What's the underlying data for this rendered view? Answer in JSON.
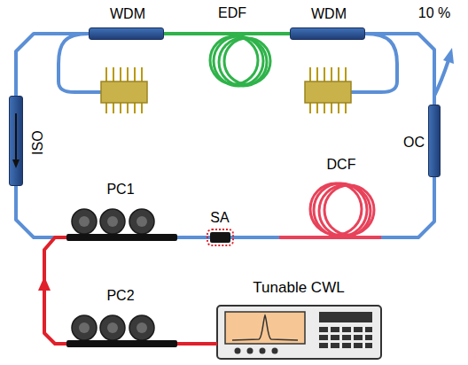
{
  "diagram": {
    "nodes": [
      {
        "text": [
          "WDM"
        ]
      },
      {
        "text": [
          "EDF"
        ]
      },
      {
        "text": [
          "WDM"
        ]
      },
      {
        "text": [
          "OC"
        ]
      },
      {
        "text": [
          "DCF"
        ]
      },
      {
        "text": [
          "SA"
        ]
      },
      {
        "text": [
          "PC1"
        ]
      },
      {
        "text": [
          "ISO"
        ]
      },
      {
        "text": [
          "PC2"
        ]
      },
      {
        "text": [
          "Tunable CWL"
        ]
      }
    ],
    "edges": [
      {
        "from": 0,
        "to": 1,
        "arrow": "none"
      },
      {
        "from": 1,
        "to": 2,
        "arrow": "none"
      },
      {
        "from": 2,
        "to": 3,
        "arrow": "none"
      },
      {
        "from": 3,
        "to": 4,
        "arrow": "none"
      },
      {
        "from": 4,
        "to": 5,
        "arrow": "none"
      },
      {
        "from": 5,
        "to": 6,
        "arrow": "none"
      },
      {
        "from": 6,
        "to": 7,
        "arrow": "none"
      },
      {
        "from": 7,
        "to": 0,
        "arrow": "none"
      },
      {
        "from": 9,
        "to": 8,
        "arrow": "none"
      },
      {
        "from": 8,
        "to": 6,
        "arrow": "to"
      }
    ],
    "labels": [
      "10 %"
    ]
  }
}
